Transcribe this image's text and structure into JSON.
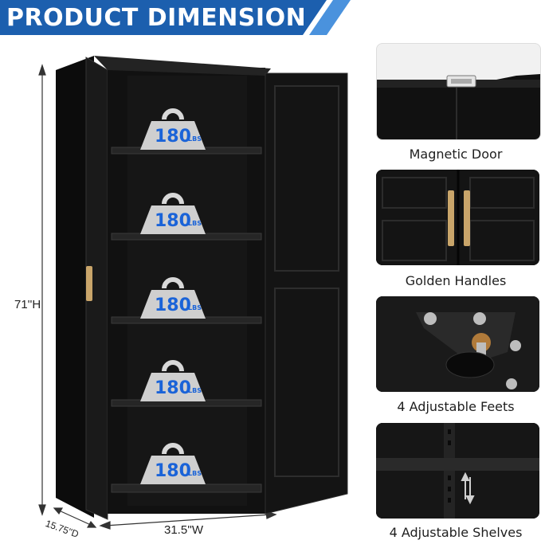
{
  "banner": {
    "title": "PRODUCT DIMENSION",
    "color": "#1c5fae",
    "accent_color": "#4a92dd"
  },
  "dimensions": {
    "height": "71''H",
    "width": "31.5''W",
    "depth": "15.75''D"
  },
  "weights": [
    {
      "value": "180",
      "unit": "LBS"
    },
    {
      "value": "180",
      "unit": "LBS"
    },
    {
      "value": "180",
      "unit": "LBS"
    },
    {
      "value": "180",
      "unit": "LBS"
    },
    {
      "value": "180",
      "unit": "LBS"
    }
  ],
  "features": [
    {
      "caption": "Magnetic Door",
      "icon": "magnetic-door"
    },
    {
      "caption": "Golden Handles",
      "icon": "golden-handles"
    },
    {
      "caption": "4 Adjustable Feets",
      "icon": "adjustable-feet"
    },
    {
      "caption": "4 Adjustable Shelves",
      "icon": "adjustable-shelves"
    }
  ],
  "colors": {
    "cabinet": "#141414",
    "handle_gold": "#c9a56a",
    "weight_silver": "#c9c9c9",
    "weight_text_blue": "#1a63d8"
  }
}
